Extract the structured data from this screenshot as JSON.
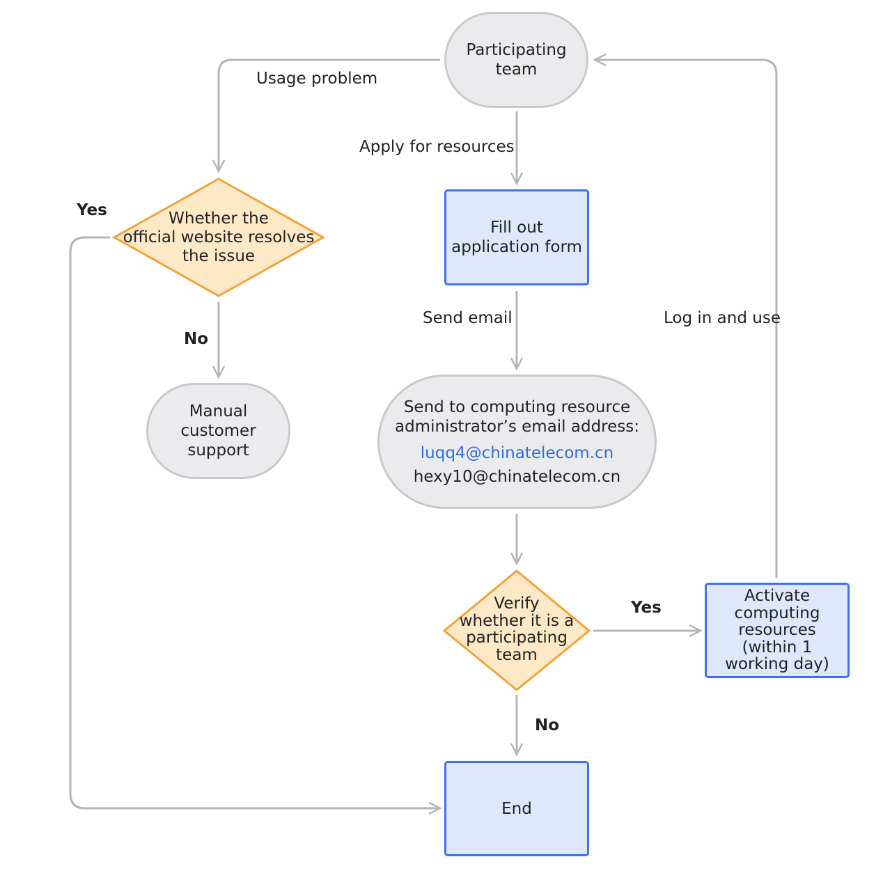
{
  "nodes": {
    "participating_team": "Participating\nteam",
    "fill_form": "Fill out\napplication form",
    "send_to_admin": "Send to computing resource\nadministrator’s email address:",
    "email_1": "luqq4@chinatelecom.cn",
    "email_2": "hexy10@chinatelecom.cn",
    "website_decision": "Whether the\nofficial website resolves\nthe issue",
    "manual_support": "Manual\ncustomer\nsupport",
    "verify_decision": "Verify\nwhether it is a\nparticipating\nteam",
    "activate": "Activate\ncomputing\nresources\n(within 1\nworking day)",
    "end": "End"
  },
  "edges": {
    "usage_problem": "Usage problem",
    "apply_resources": "Apply for resources",
    "send_email": "Send email",
    "log_in_use": "Log in and use",
    "yes_left": "Yes",
    "no_left": "No",
    "yes_right": "Yes",
    "no_bottom": "No"
  },
  "colors": {
    "connector": "#b5b5b8",
    "pill_fill": "#ebebed",
    "rect_border": "#3d72e8",
    "rect_fill": "#dfe7fb",
    "diamond_border": "#f2a23a",
    "diamond_fill": "#fde9c6",
    "link": "#2f6fd6"
  }
}
